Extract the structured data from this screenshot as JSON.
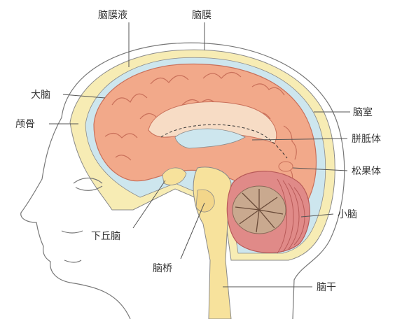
{
  "labels": {
    "csf": "脑膜液",
    "meninges": "脑膜",
    "cerebrum": "大脑",
    "skull": "颅骨",
    "ventricle": "脑室",
    "corpus_callosum": "胼胝体",
    "pineal": "松果体",
    "cerebellum": "小脑",
    "hypothalamus": "下丘脑",
    "pons": "脑桥",
    "brainstem": "脑干"
  },
  "colors": {
    "cerebrum": "#f2a98a",
    "cerebrum_fold": "#c9705a",
    "skull": "#f7ecb4",
    "csf": "#cde6ee",
    "inner": "#f7dcc5",
    "stem": "#f7e29c",
    "cerebellum": "#e08a88",
    "cerebellum_core": "#c9a98f",
    "outline": "#8a8a8a",
    "face": "#777777"
  }
}
